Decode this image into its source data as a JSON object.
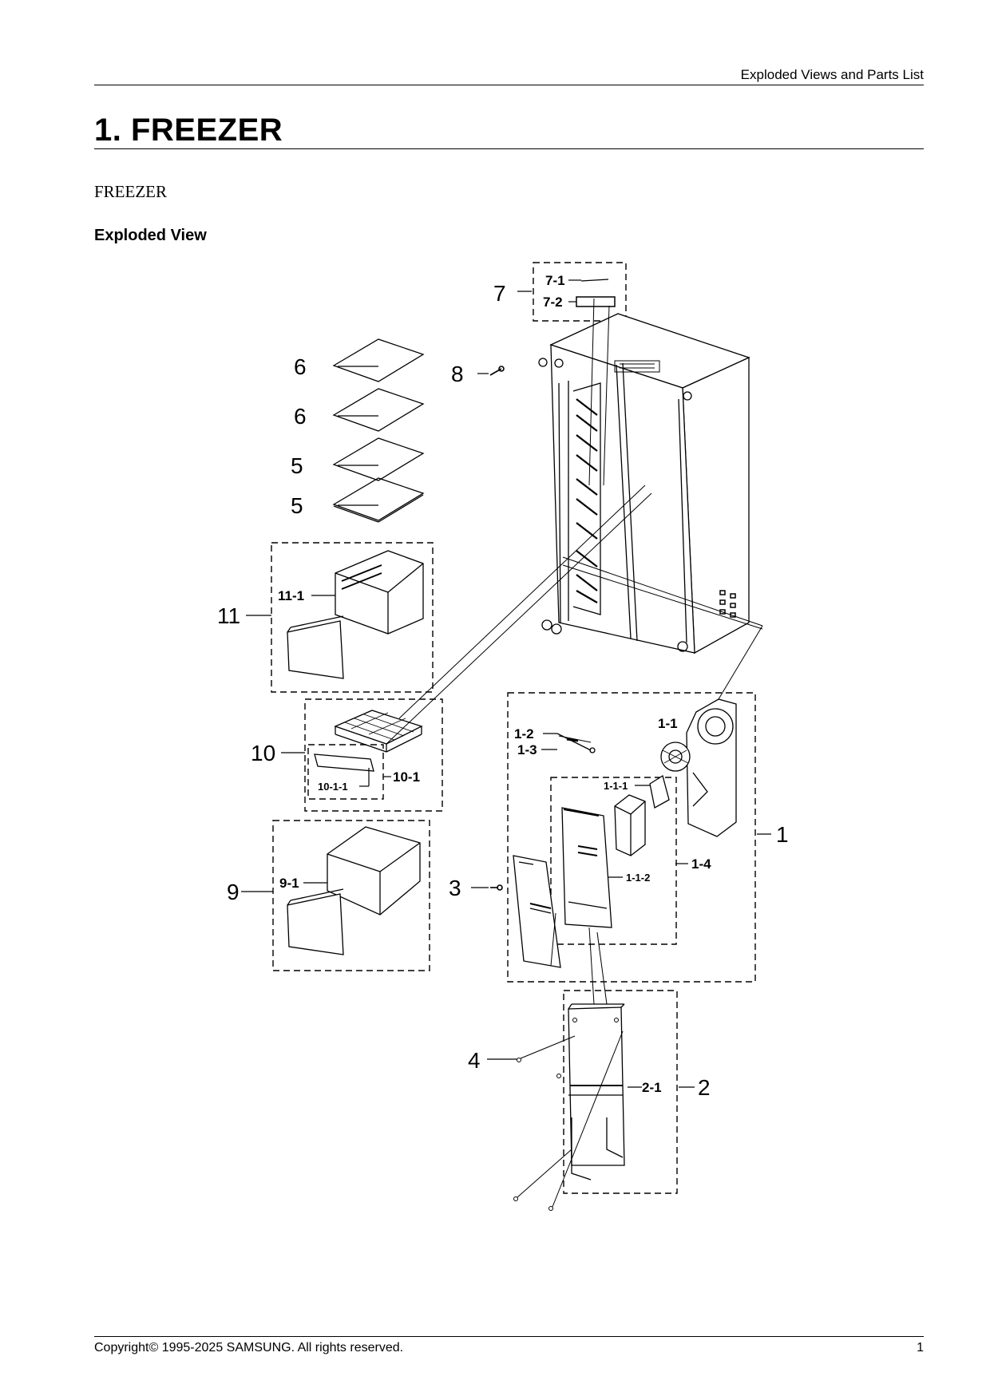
{
  "header": {
    "section_title": "Exploded Views and Parts List"
  },
  "chapter": {
    "title": "1.  FREEZER"
  },
  "subtitle": "FREEZER",
  "section": {
    "title": "Exploded View"
  },
  "diagram": {
    "callouts": {
      "c7": "7",
      "c7_1": "7-1",
      "c7_2": "7-2",
      "c8": "8",
      "c6a": "6",
      "c6b": "6",
      "c5a": "5",
      "c5b": "5",
      "c11": "11",
      "c11_1": "11-1",
      "c10": "10",
      "c10_1": "10-1",
      "c10_1_1": "10-1-1",
      "c9": "9",
      "c9_1": "9-1",
      "c1": "1",
      "c1_1": "1-1",
      "c1_2": "1-2",
      "c1_3": "1-3",
      "c1_4": "1-4",
      "c1_1_1": "1-1-1",
      "c1_1_2": "1-1-2",
      "c3": "3",
      "c4": "4",
      "c2": "2",
      "c2_1": "2-1"
    }
  },
  "footer": {
    "copyright": "Copyright© 1995-2025 SAMSUNG. All rights reserved.",
    "page_number": "1"
  }
}
